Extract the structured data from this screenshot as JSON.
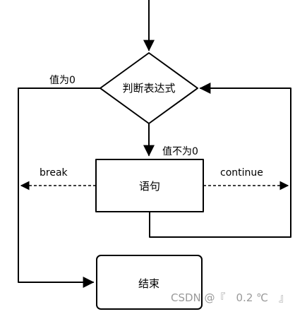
{
  "nodes": {
    "decision": "判断表达式",
    "statement": "语句",
    "end": "结束"
  },
  "edges": {
    "zero": "值为0",
    "non_zero": "值不为0",
    "break": "break",
    "continue": "continue"
  },
  "watermark": "CSDN @『　0.2 ℃　』"
}
